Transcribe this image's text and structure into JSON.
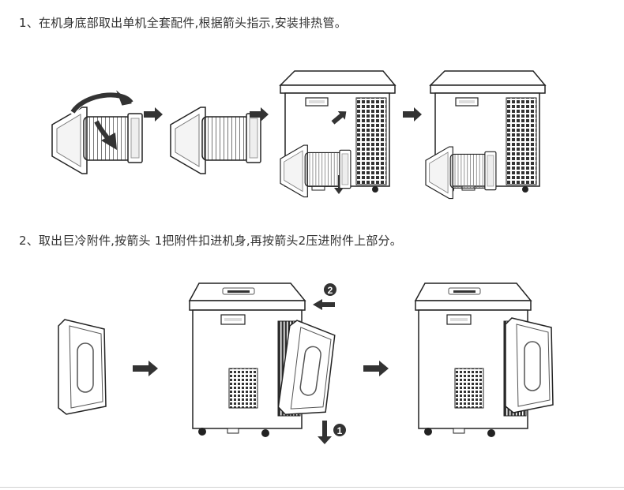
{
  "steps": [
    {
      "number": "1、",
      "text": "在机身底部取出单机全套配件,根据箭头指示,安装排热管。"
    },
    {
      "number": "2、",
      "text": "取出巨冷附件,按箭头 1把附件扣进机身,再按箭头2压进附件上部分。"
    }
  ],
  "callouts": {
    "one": "1",
    "two": "2"
  },
  "icons": [
    "rotate-arrow-icon",
    "right-arrow-icon",
    "down-arrow-icon",
    "up-arrow-icon",
    "left-arrow-icon"
  ]
}
